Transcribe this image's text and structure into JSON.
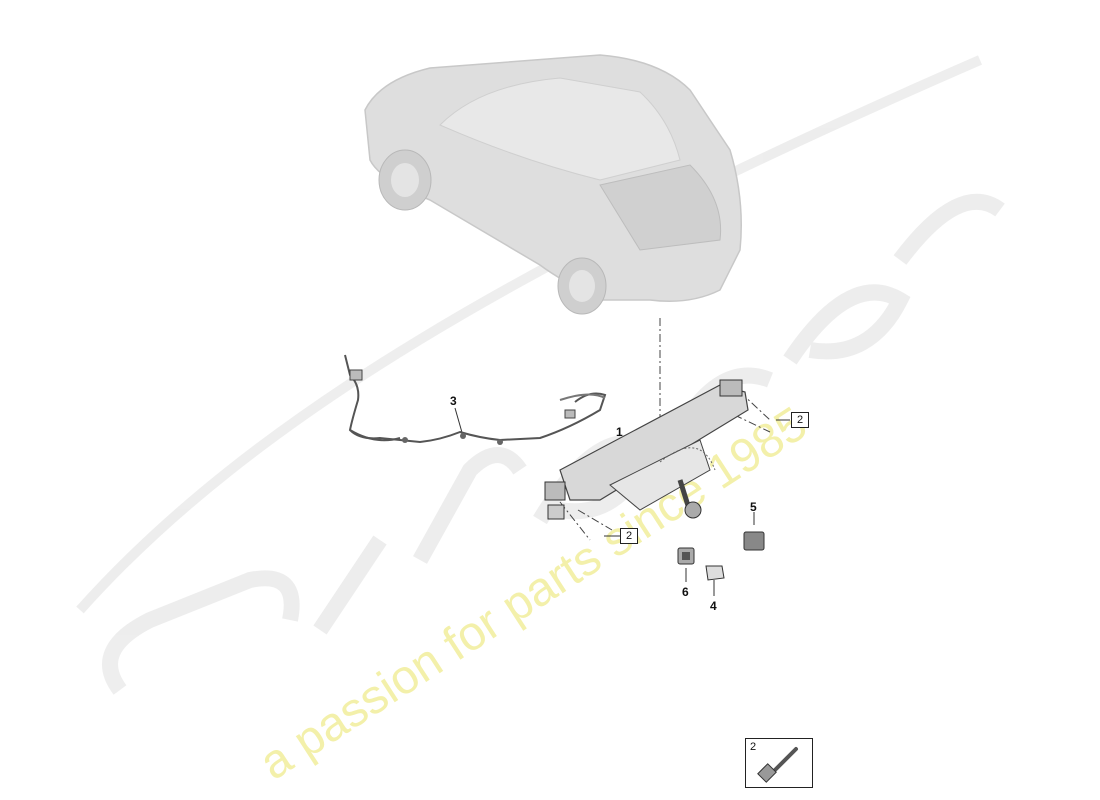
{
  "watermark": {
    "brand": "eurospares",
    "tagline": "a passion for parts since 1985"
  },
  "callouts": {
    "c1": "1",
    "c3": "3",
    "c4": "4",
    "c5": "5",
    "c6": "6"
  },
  "box_refs": {
    "right": "2",
    "left": "2"
  },
  "legend": {
    "number": "2"
  }
}
